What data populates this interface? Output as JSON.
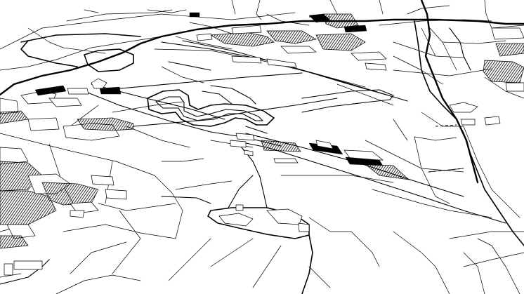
{
  "map": {
    "style": "black-and-white line-drawing map, perspective view",
    "background_color": "#ffffff",
    "line_color": "#000000",
    "features": [
      "airfield-runways",
      "test-track-circuit",
      "industrial-sheds",
      "town-west",
      "village-north",
      "village-northeast",
      "field-boundaries",
      "roads",
      "river-east"
    ]
  }
}
